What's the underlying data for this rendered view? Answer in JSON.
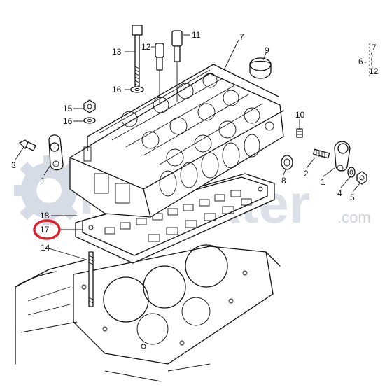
{
  "diagram": {
    "callouts": [
      {
        "id": "c13",
        "label": "13"
      },
      {
        "id": "c12",
        "label": "12"
      },
      {
        "id": "c11",
        "label": "11"
      },
      {
        "id": "c7",
        "label": "7"
      },
      {
        "id": "c9",
        "label": "9"
      },
      {
        "id": "c16a",
        "label": "16"
      },
      {
        "id": "c15",
        "label": "15"
      },
      {
        "id": "c16b",
        "label": "16"
      },
      {
        "id": "c10",
        "label": "10"
      },
      {
        "id": "c3",
        "label": "3"
      },
      {
        "id": "c1a",
        "label": "1"
      },
      {
        "id": "c2",
        "label": "2"
      },
      {
        "id": "c8",
        "label": "8"
      },
      {
        "id": "c1b",
        "label": "1"
      },
      {
        "id": "c4",
        "label": "4"
      },
      {
        "id": "c5",
        "label": "5"
      },
      {
        "id": "c18",
        "label": "18"
      },
      {
        "id": "c17",
        "label": "17"
      },
      {
        "id": "c14",
        "label": "14"
      }
    ],
    "range_ref": {
      "start": "6",
      "top": "7",
      "bottom": "12",
      "separator": "-"
    },
    "highlight": {
      "target": "17",
      "color": "#e0202a"
    }
  },
  "watermark": {
    "text_left": "Tra",
    "text_right": "kter",
    "suffix": ".com",
    "color": "#d6dce6"
  }
}
